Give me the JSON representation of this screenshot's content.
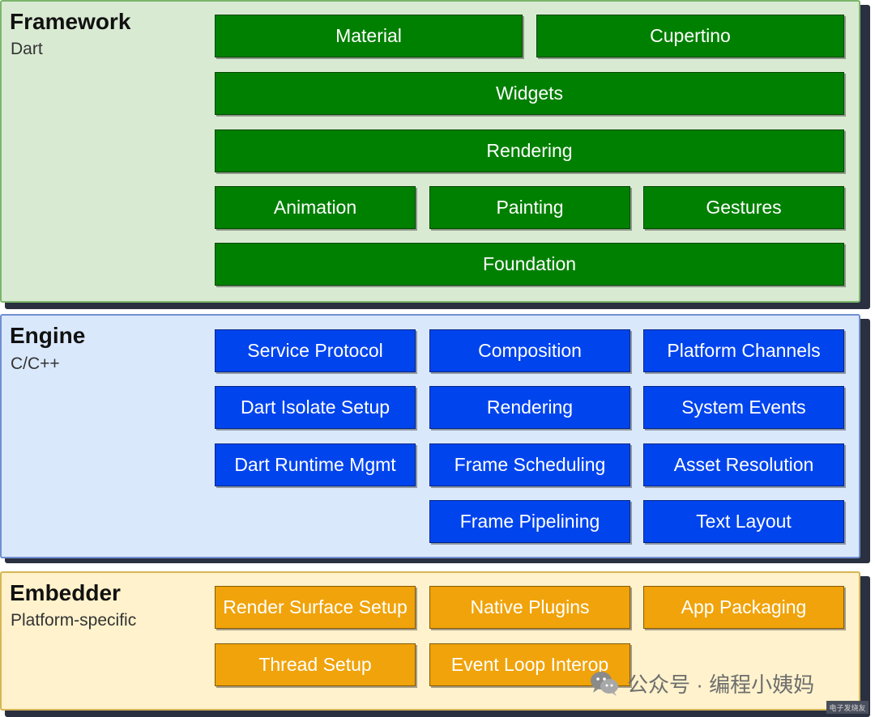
{
  "colors": {
    "framework_bg": "#d9ead3",
    "framework_border": "#7cb66b",
    "engine_bg": "#dae8fc",
    "engine_border": "#6f8fd0",
    "embedder_bg": "#fff2cc",
    "embedder_border": "#d6b656",
    "framework_block": "#008000",
    "engine_block": "#0044ee",
    "embedder_block": "#f0a30a"
  },
  "framework": {
    "title": "Framework",
    "subtitle": "Dart",
    "blocks": {
      "material": "Material",
      "cupertino": "Cupertino",
      "widgets": "Widgets",
      "rendering": "Rendering",
      "animation": "Animation",
      "painting": "Painting",
      "gestures": "Gestures",
      "foundation": "Foundation"
    }
  },
  "engine": {
    "title": "Engine",
    "subtitle": "C/C++",
    "blocks": {
      "service_protocol": "Service Protocol",
      "composition": "Composition",
      "platform_channels": "Platform Channels",
      "dart_isolate_setup": "Dart Isolate Setup",
      "rendering": "Rendering",
      "system_events": "System Events",
      "dart_runtime_mgmt": "Dart Runtime Mgmt",
      "frame_scheduling": "Frame Scheduling",
      "asset_resolution": "Asset Resolution",
      "frame_pipelining": "Frame Pipelining",
      "text_layout": "Text Layout"
    }
  },
  "embedder": {
    "title": "Embedder",
    "subtitle": "Platform-specific",
    "blocks": {
      "render_surface_setup": "Render Surface Setup",
      "native_plugins": "Native Plugins",
      "app_packaging": "App Packaging",
      "thread_setup": "Thread Setup",
      "event_loop_interop": "Event Loop Interop"
    }
  },
  "watermark": {
    "text": "公众号 · 编程小姨妈",
    "icon": "wechat-icon",
    "corner_logo": "电子发烧友"
  }
}
